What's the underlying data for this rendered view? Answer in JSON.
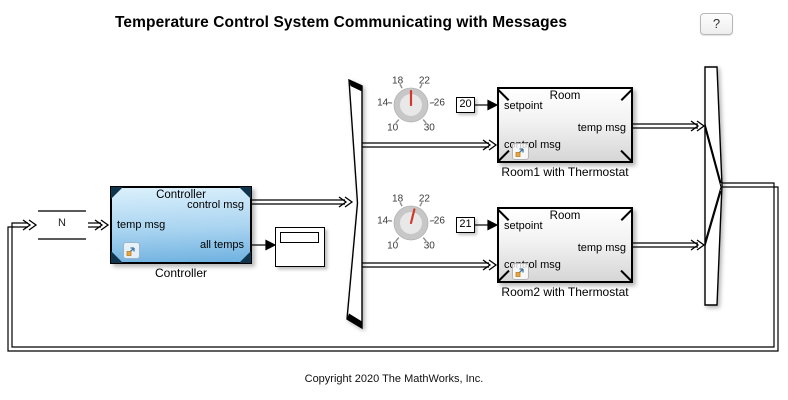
{
  "title": "Temperature Control System Communicating with Messages",
  "help_button": {
    "label": "?"
  },
  "copyright": "Copyright 2020 The MathWorks, Inc.",
  "queue": {
    "label": "N"
  },
  "controller": {
    "inner_title": "Controller",
    "label": "Controller",
    "ports": {
      "out_top": "control msg",
      "in_left": "temp msg",
      "out_bottom": "all temps"
    }
  },
  "rooms": [
    {
      "inner_title": "Room",
      "label": "Room1 with Thermostat",
      "constant": "20",
      "ports": {
        "setpoint": "setpoint",
        "temp_msg": "temp msg",
        "control_msg": "control msg"
      }
    },
    {
      "inner_title": "Room",
      "label": "Room2 with Thermostat",
      "constant": "21",
      "ports": {
        "setpoint": "setpoint",
        "temp_msg": "temp msg",
        "control_msg": "control msg"
      }
    }
  ],
  "knobs": {
    "tick_labels": [
      "10",
      "14",
      "18",
      "22",
      "26",
      "30"
    ],
    "min": 10,
    "max": 30,
    "values": [
      20,
      21
    ],
    "needle_color": "#d2392a",
    "ring_color": "#c7c7c7",
    "face_color": "#e8e8e8"
  },
  "colors": {
    "controller_top": "#dbf0fc",
    "controller_bottom": "#6fb1e0",
    "line": "#000000",
    "queue_line": "#5a5a5a"
  }
}
